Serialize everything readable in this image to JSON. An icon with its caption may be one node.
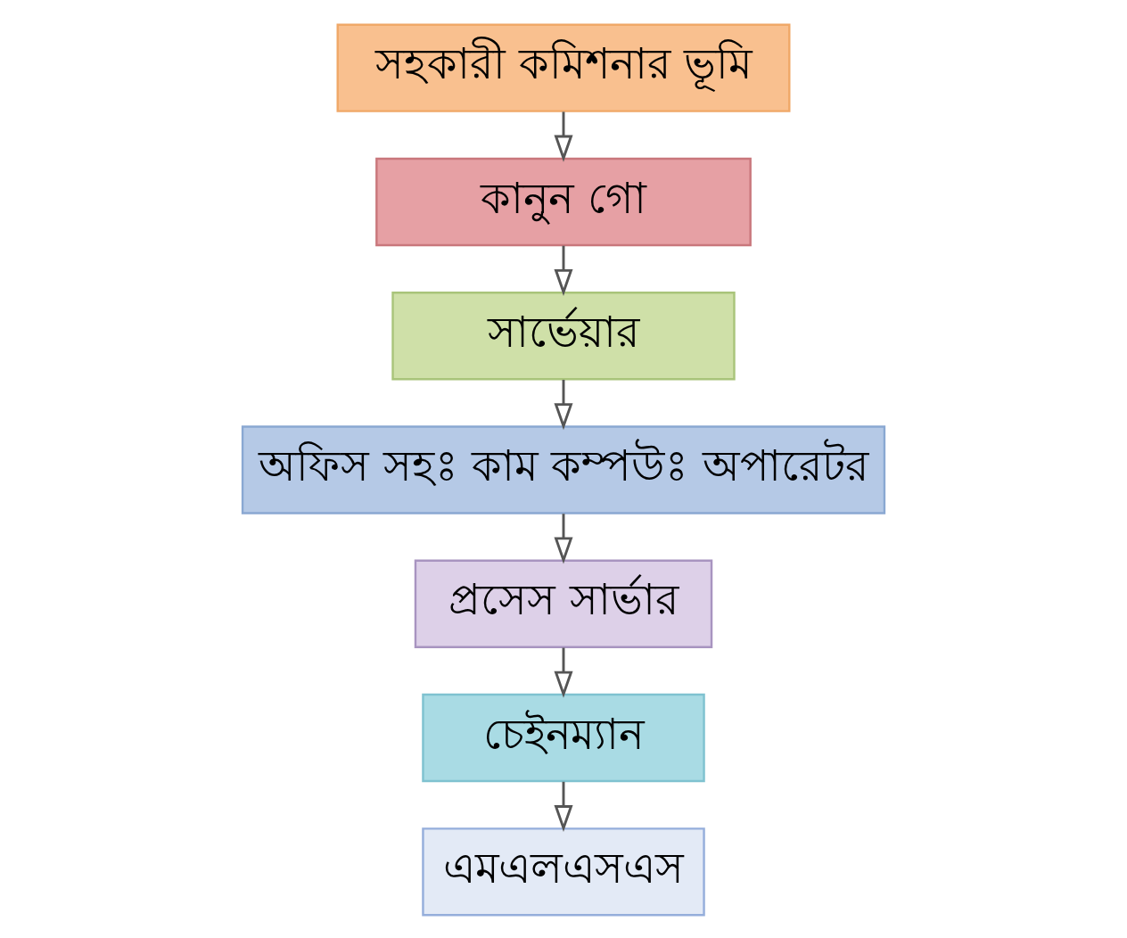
{
  "diagram": {
    "nodes": [
      {
        "text": [
          "সহকারী কমিশনার ভূমি"
        ]
      },
      {
        "text": [
          "কানুন গো"
        ]
      },
      {
        "text": [
          "সার্ভেয়ার"
        ]
      },
      {
        "text": [
          "অফিস সহঃ কাম কম্পউঃ অপারেটর"
        ]
      },
      {
        "text": [
          "প্রসেস সার্ভার"
        ]
      },
      {
        "text": [
          "চেইনম্যান"
        ]
      },
      {
        "text": [
          "এমএলএসএস"
        ]
      }
    ],
    "edges": [
      {
        "from": 0,
        "to": 1,
        "arrow": "to"
      },
      {
        "from": 1,
        "to": 2,
        "arrow": "to"
      },
      {
        "from": 2,
        "to": 3,
        "arrow": "to"
      },
      {
        "from": 3,
        "to": 4,
        "arrow": "to"
      },
      {
        "from": 4,
        "to": 5,
        "arrow": "to"
      },
      {
        "from": 5,
        "to": 6,
        "arrow": "to"
      }
    ]
  }
}
